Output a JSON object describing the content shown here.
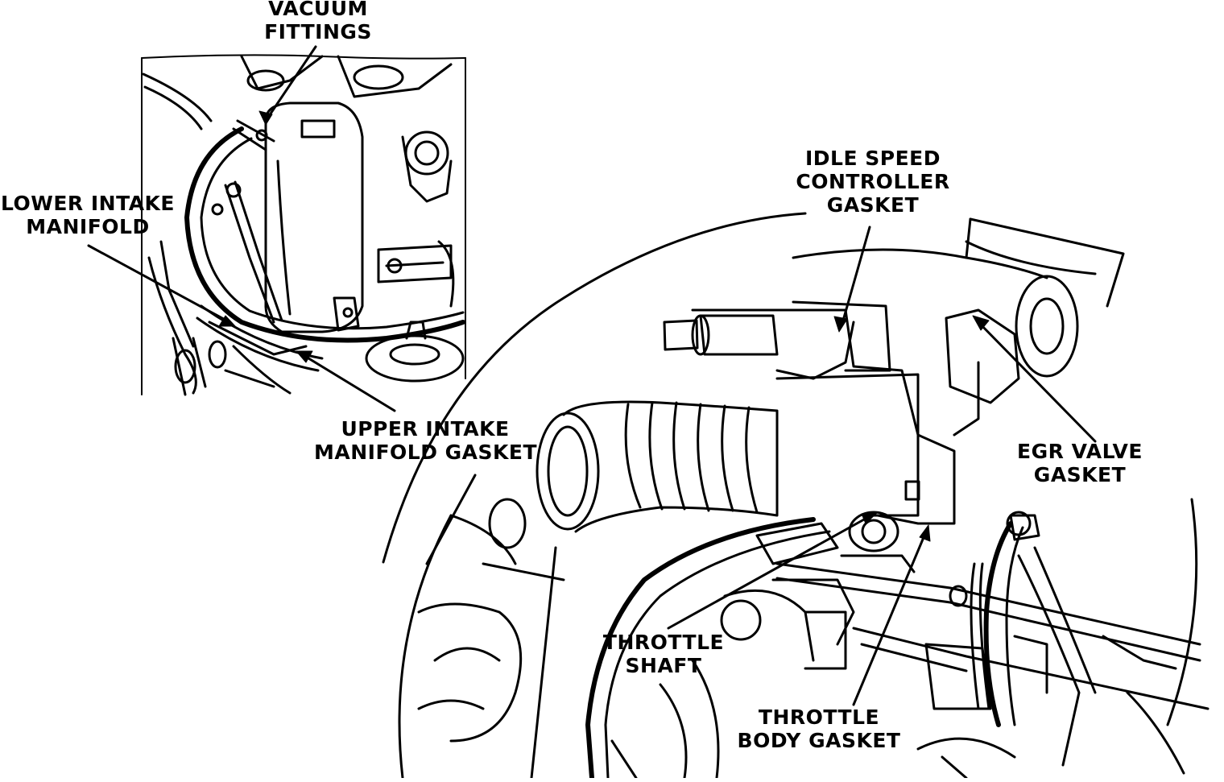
{
  "labels": {
    "vacuum_fittings": [
      "VACUUM",
      "FITTINGS"
    ],
    "lower_intake_manifold": [
      "LOWER INTAKE",
      "MANIFOLD"
    ],
    "upper_intake_manifold_gasket": [
      "UPPER INTAKE",
      "MANIFOLD GASKET"
    ],
    "idle_speed_controller_gasket": [
      "IDLE SPEED",
      "CONTROLLER",
      "GASKET"
    ],
    "egr_valve_gasket": [
      "EGR VALVE",
      "GASKET"
    ],
    "throttle_shaft": [
      "THROTTLE",
      "SHAFT"
    ],
    "throttle_body_gasket": [
      "THROTTLE",
      "BODY GASKET"
    ]
  },
  "colors": {
    "ink": "#000000",
    "paper": "#ffffff"
  }
}
